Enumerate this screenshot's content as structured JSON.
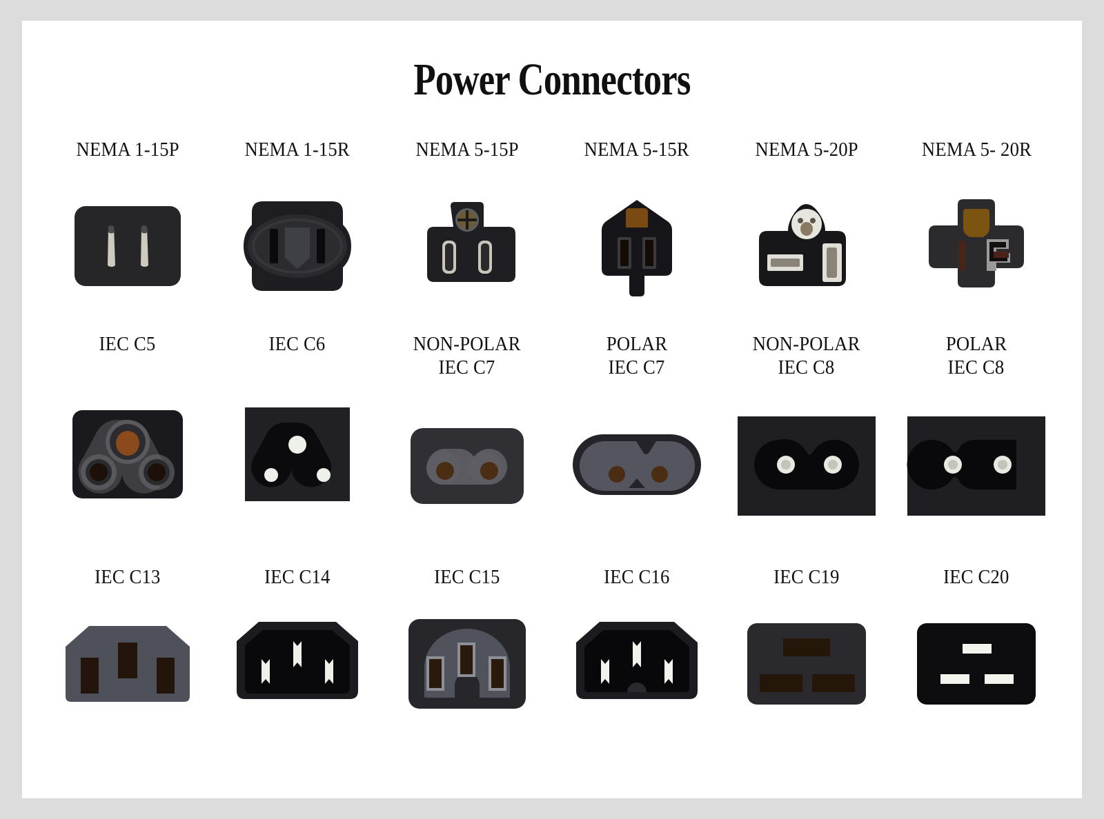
{
  "page": {
    "title": "Power Connectors",
    "background_color": "#dcdcdc",
    "card_color": "#ffffff",
    "text_color": "#111111"
  },
  "palette": {
    "body_black": "#262628",
    "body_black_deep": "#17171a",
    "body_gray": "#4a4d55",
    "body_gray_light": "#5a5d66",
    "blade_silver": "#cfcabf",
    "pin_white": "#eceee8",
    "slot_brown": "#2a1a0e",
    "ground_brown": "#7a4a12",
    "hole_brown": "#6b4417",
    "outline_gray": "#8d8d8d"
  },
  "rows": [
    {
      "id": "row-1-nema",
      "connectors": [
        {
          "id": "nema-1-15p",
          "label": "NEMA 1-15P",
          "label2": "",
          "art": "nema-1-15p"
        },
        {
          "id": "nema-1-15r",
          "label": "NEMA 1-15R",
          "label2": "",
          "art": "nema-1-15r"
        },
        {
          "id": "nema-5-15p",
          "label": "NEMA 5-15P",
          "label2": "",
          "art": "nema-5-15p"
        },
        {
          "id": "nema-5-15r",
          "label": "NEMA 5-15R",
          "label2": "",
          "art": "nema-5-15r"
        },
        {
          "id": "nema-5-20p",
          "label": "NEMA 5-20P",
          "label2": "",
          "art": "nema-5-20p"
        },
        {
          "id": "nema-5-20r",
          "label": "NEMA 5- 20R",
          "label2": "",
          "art": "nema-5-20r"
        }
      ]
    },
    {
      "id": "row-2-iec-c5-c8",
      "connectors": [
        {
          "id": "iec-c5",
          "label": "IEC C5",
          "label2": "",
          "art": "iec-c5"
        },
        {
          "id": "iec-c6",
          "label": "IEC C6",
          "label2": "",
          "art": "iec-c6"
        },
        {
          "id": "iec-c7-nonpolar",
          "label": "NON-POLAR",
          "label2": "IEC C7",
          "art": "iec-c7-nonpolar"
        },
        {
          "id": "iec-c7-polar",
          "label": "POLAR",
          "label2": "IEC C7",
          "art": "iec-c7-polar"
        },
        {
          "id": "iec-c8-nonpolar",
          "label": "NON-POLAR",
          "label2": "IEC C8",
          "art": "iec-c8-nonpolar"
        },
        {
          "id": "iec-c8-polar",
          "label": "POLAR",
          "label2": "IEC C8",
          "art": "iec-c8-polar"
        }
      ]
    },
    {
      "id": "row-3-iec-c13-c20",
      "connectors": [
        {
          "id": "iec-c13",
          "label": "IEC C13",
          "label2": "",
          "art": "iec-c13"
        },
        {
          "id": "iec-c14",
          "label": "IEC C14",
          "label2": "",
          "art": "iec-c14"
        },
        {
          "id": "iec-c15",
          "label": "IEC C15",
          "label2": "",
          "art": "iec-c15"
        },
        {
          "id": "iec-c16",
          "label": "IEC C16",
          "label2": "",
          "art": "iec-c16"
        },
        {
          "id": "iec-c19",
          "label": "IEC C19",
          "label2": "",
          "art": "iec-c19"
        },
        {
          "id": "iec-c20",
          "label": "IEC C20",
          "label2": "",
          "art": "iec-c20"
        }
      ]
    }
  ]
}
